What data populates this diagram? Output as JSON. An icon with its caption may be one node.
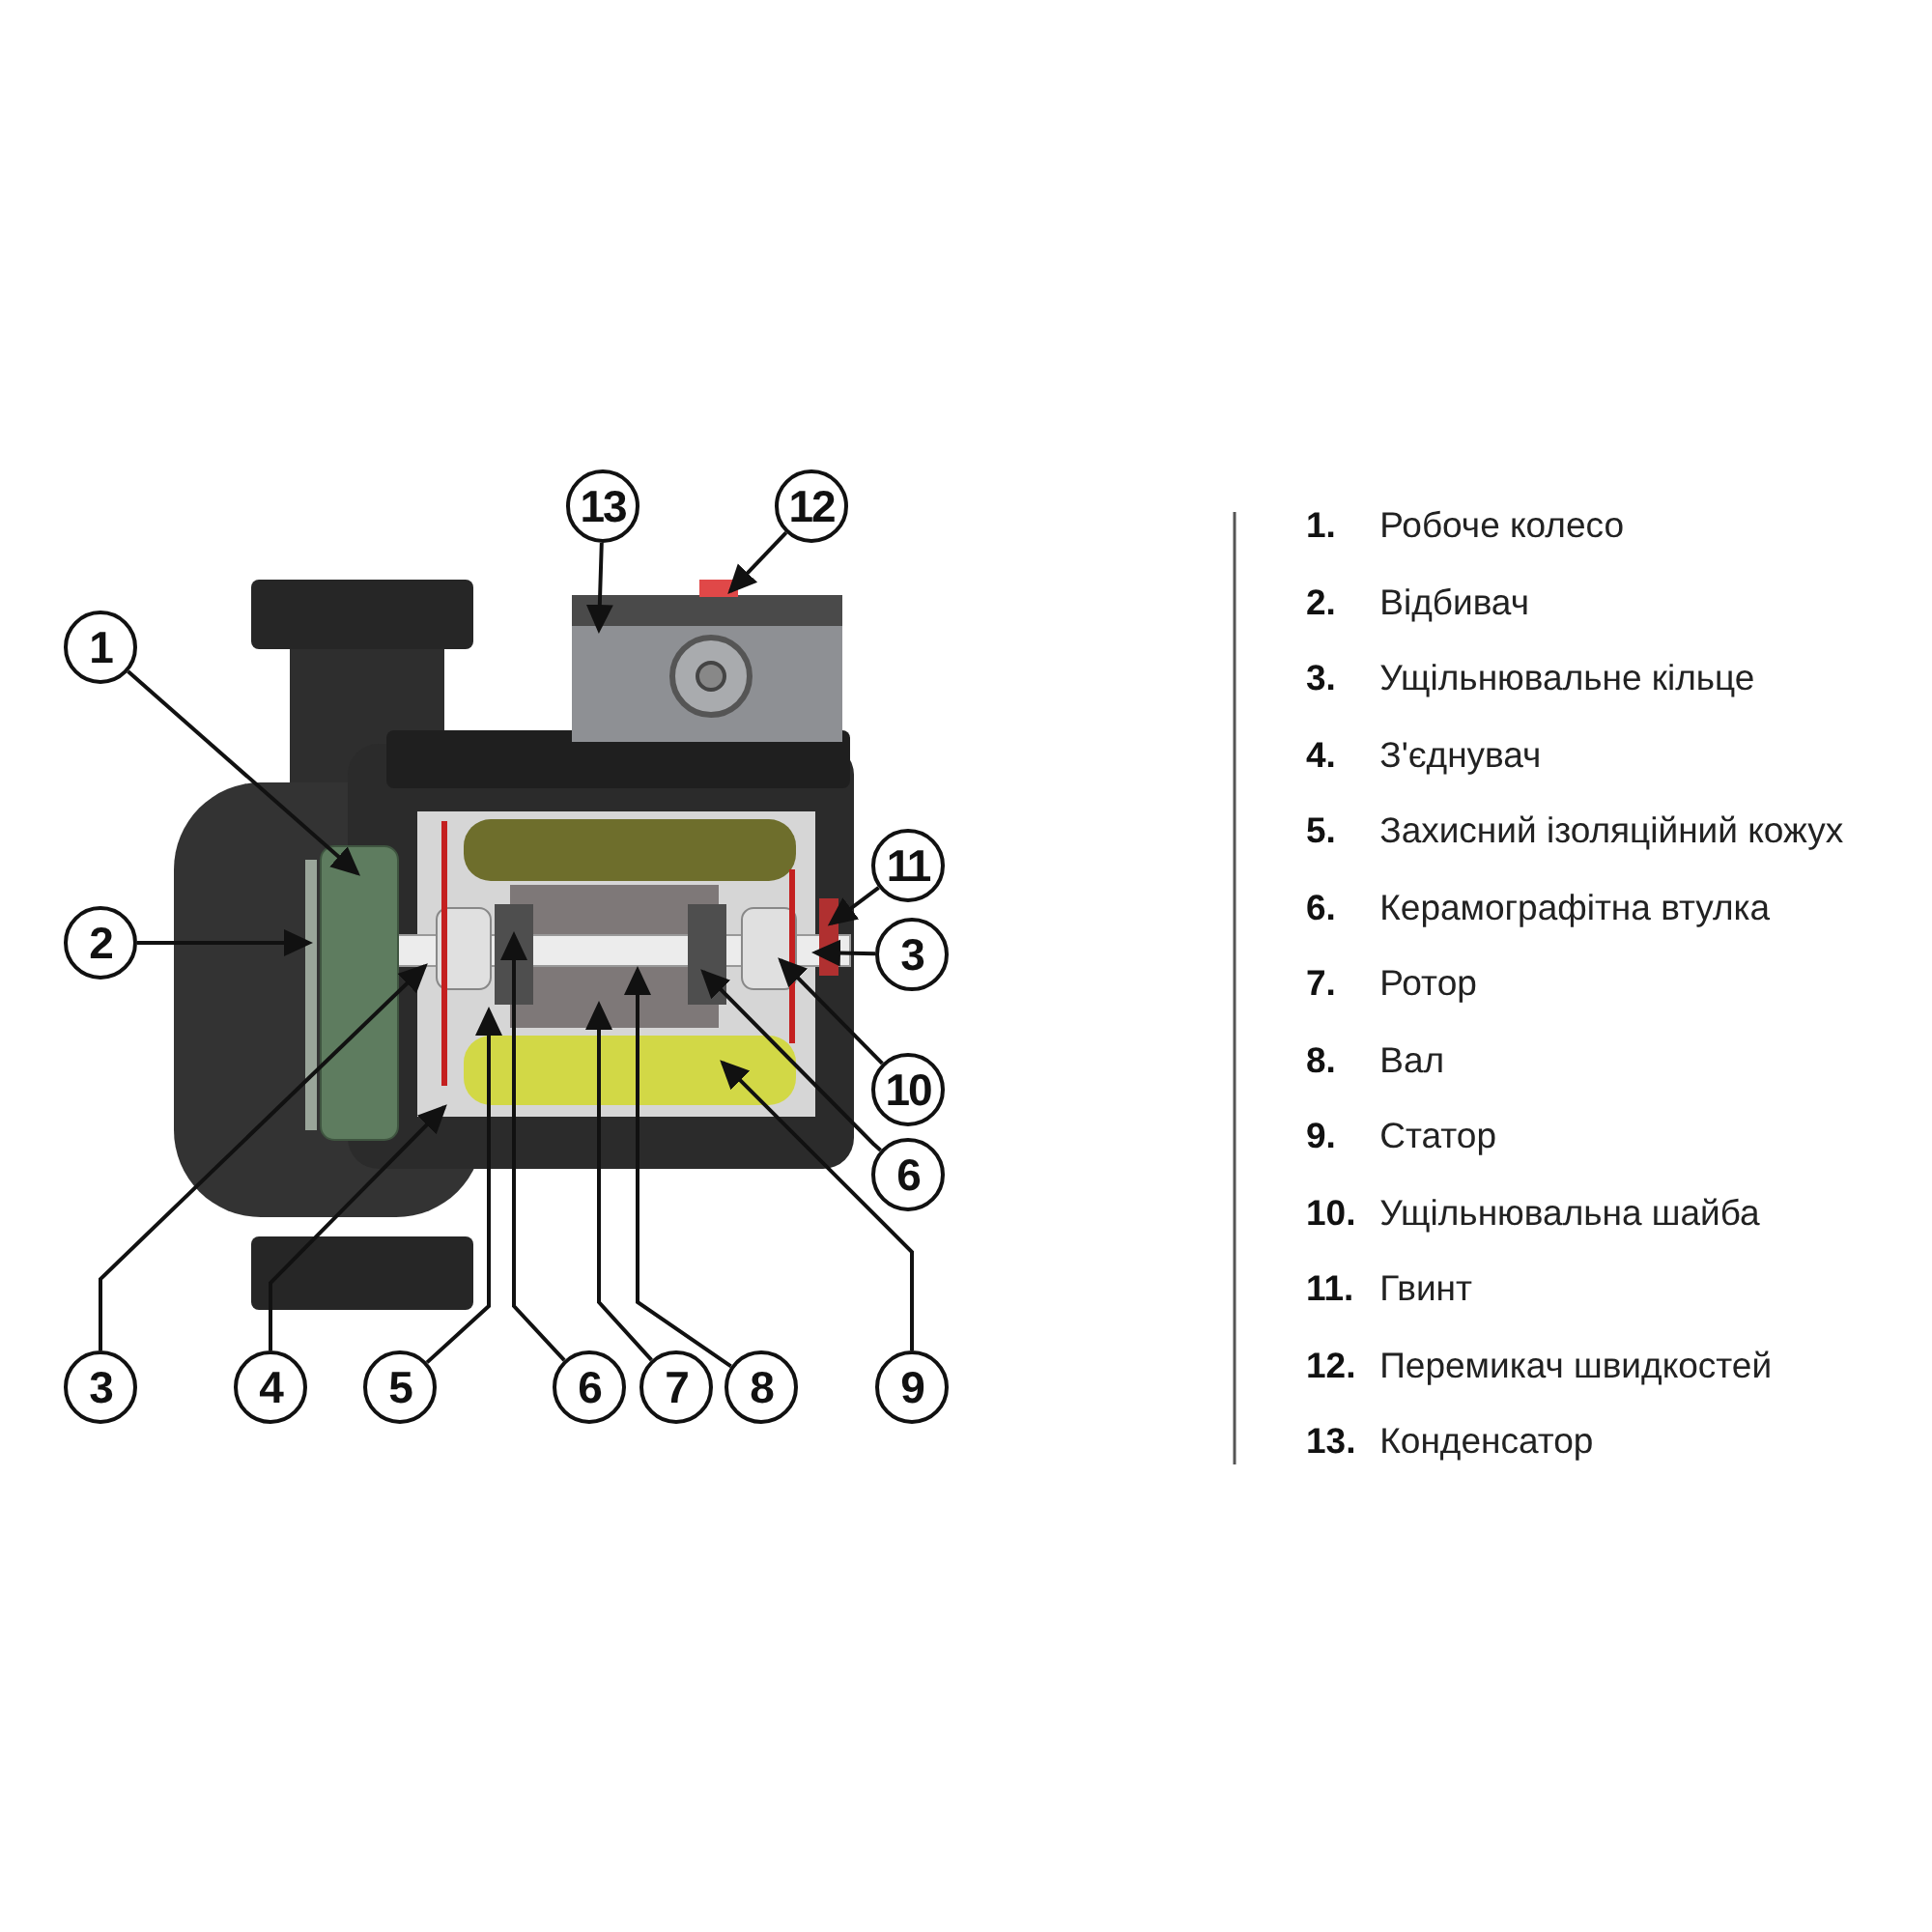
{
  "diagram": {
    "nodes": [
      {
        "text": [
          "13"
        ]
      },
      {
        "text": [
          "12"
        ]
      },
      {
        "text": [
          "1"
        ]
      },
      {
        "text": [
          "11"
        ]
      },
      {
        "text": [
          "2"
        ]
      },
      {
        "text": [
          "3"
        ]
      },
      {
        "text": [
          "10"
        ]
      },
      {
        "text": [
          "6"
        ]
      },
      {
        "text": [
          "3"
        ]
      },
      {
        "text": [
          "4"
        ]
      },
      {
        "text": [
          "5"
        ]
      },
      {
        "text": [
          "6"
        ]
      },
      {
        "text": [
          "7"
        ]
      },
      {
        "text": [
          "8"
        ]
      },
      {
        "text": [
          "9"
        ]
      }
    ],
    "edges": [
      {
        "from": 0,
        "to": null,
        "arrow": "to"
      },
      {
        "from": 1,
        "to": null,
        "arrow": "to"
      },
      {
        "from": 2,
        "to": null,
        "arrow": "to"
      },
      {
        "from": 3,
        "to": null,
        "arrow": "to"
      },
      {
        "from": 4,
        "to": null,
        "arrow": "to"
      },
      {
        "from": 5,
        "to": null,
        "arrow": "to"
      },
      {
        "from": 6,
        "to": null,
        "arrow": "to"
      },
      {
        "from": 7,
        "to": null,
        "arrow": "to"
      },
      {
        "from": 8,
        "to": null,
        "arrow": "to"
      },
      {
        "from": 9,
        "to": null,
        "arrow": "to"
      },
      {
        "from": 10,
        "to": null,
        "arrow": "to"
      },
      {
        "from": 11,
        "to": null,
        "arrow": "to"
      },
      {
        "from": 12,
        "to": null,
        "arrow": "to"
      },
      {
        "from": 13,
        "to": null,
        "arrow": "to"
      },
      {
        "from": 14,
        "to": null,
        "arrow": "to"
      }
    ],
    "labels": [
      "**1.** Робоче колесо",
      "**2.** Відбивач",
      "**3.** Ущільнювальне кільце",
      "**4.** З'єднувач",
      "**5.** Захисний ізоляційний кожух",
      "**6.** Керамографітна втулка",
      "**7.** Ротор",
      "**8.** Вал",
      "**9.** Статор",
      "**10.** Ущільнювальна шайба",
      "**11.** Гвинт",
      "**12.** Перемикач швидкостей",
      "**13.** Конденсатор"
    ]
  }
}
